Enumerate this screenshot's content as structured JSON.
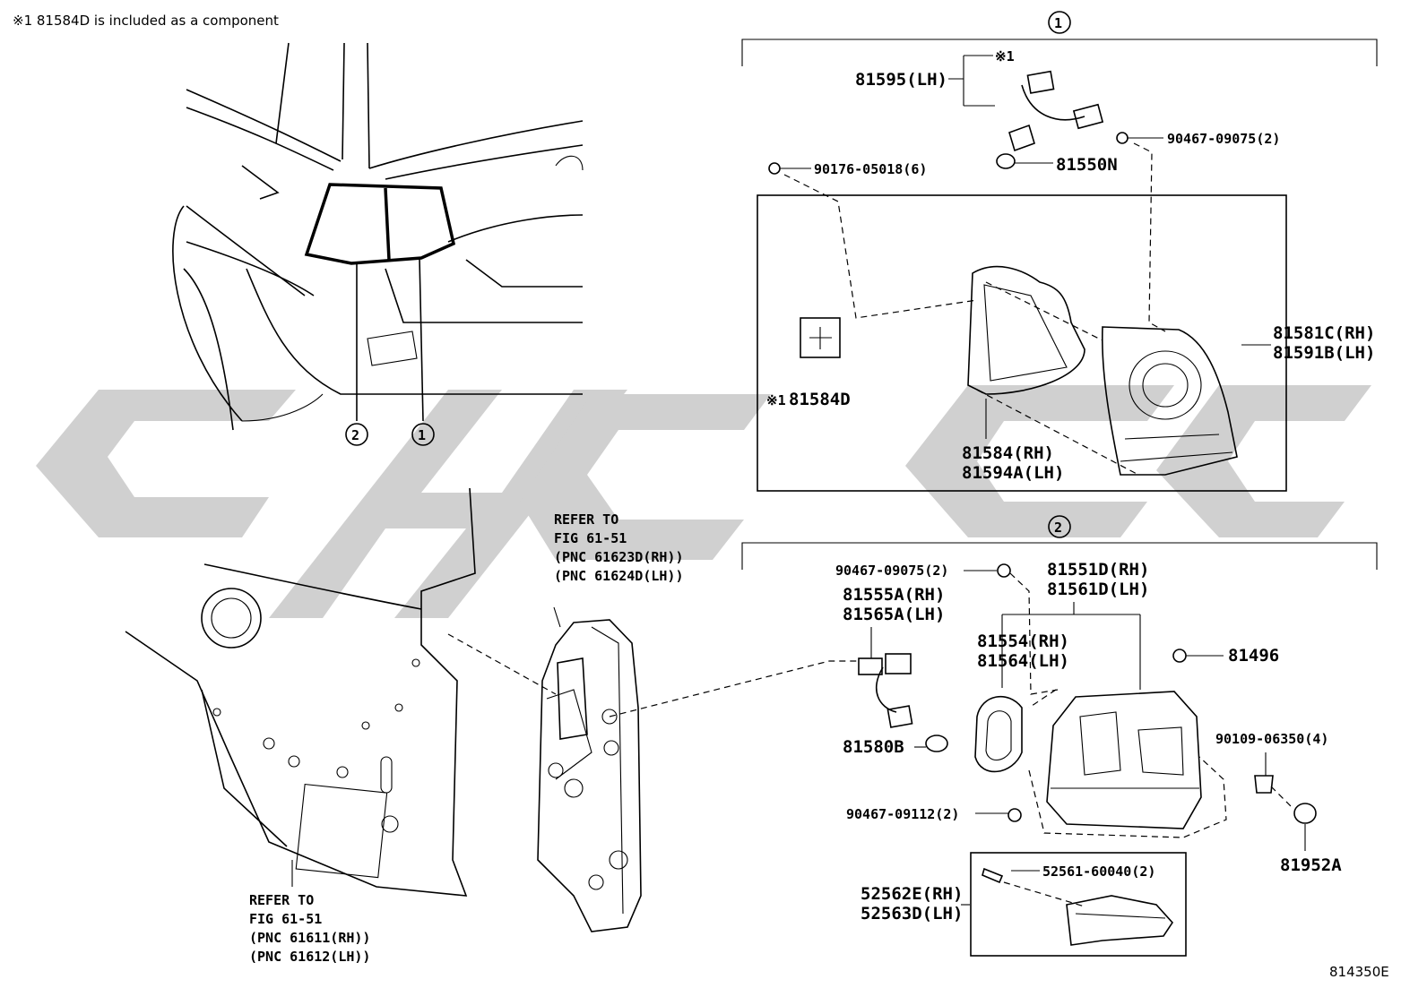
{
  "header_note": "※1 81584D is included as a component",
  "figure_code": "814350E",
  "watermark_text": "CHCC",
  "colors": {
    "watermark": "#c8c8c8",
    "line": "#000000"
  },
  "callouts": {
    "one": "1",
    "two": "2"
  },
  "mark": "※1",
  "refer_upper": {
    "line1": "REFER TO",
    "line2": "FIG 61-51",
    "line3": "(PNC 61623D(RH))",
    "line4": "(PNC 61624D(LH))"
  },
  "refer_lower": {
    "line1": "REFER TO",
    "line2": "FIG 61-51",
    "line3": "(PNC 61611(RH))",
    "line4": "(PNC 61612(LH))"
  },
  "group1_parts": {
    "socket_lh": "81595(LH)",
    "bulb": "81550N",
    "screw_2": "90467-09075(2)",
    "screw_6": "90176-05018(6)",
    "label_81584d": "81584D",
    "gasket_rh": "81584(RH)",
    "gasket_lh": "81594A(LH)",
    "lamp_rh": "81581C(RH)",
    "lamp_lh": "81591B(LH)"
  },
  "group2_parts": {
    "clip_2": "90467-09075(2)",
    "lamp_rh": "81551D(RH)",
    "lamp_lh": "81561D(LH)",
    "socket_rh": "81555A(RH)",
    "socket_lh": "81565A(LH)",
    "gasket_rh": "81554(RH)",
    "gasket_lh": "81564(LH)",
    "clip_81496": "81496",
    "bulb": "81580B",
    "screw_4": "90109-06350(4)",
    "clip_90467_09112": "90467-09112(2)",
    "cap": "81952A",
    "screw_52561": "52561-60040(2)",
    "reflector_rh": "52562E(RH)",
    "reflector_lh": "52563D(LH)"
  }
}
